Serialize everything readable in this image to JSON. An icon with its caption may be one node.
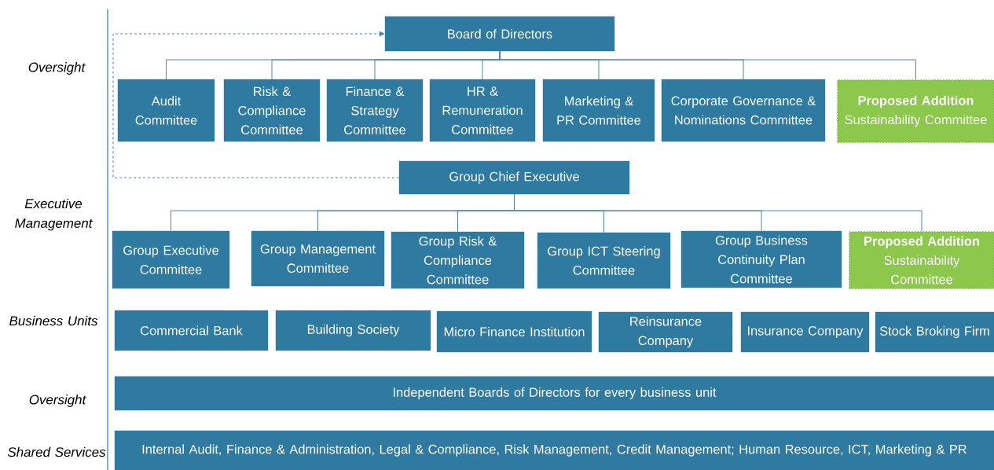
{
  "diagram": {
    "nodes": [
      {
        "text": [
          "Board of Directors"
        ]
      },
      {
        "text": [
          "Audit Committee"
        ]
      },
      {
        "text": [
          "Risk & Compliance Committee"
        ]
      },
      {
        "text": [
          "Finance & Strategy Committee"
        ]
      },
      {
        "text": [
          "HR & Remuneration Committee"
        ]
      },
      {
        "text": [
          "Marketing & PR Committee"
        ]
      },
      {
        "text": [
          "Corporate Governance & Nominations Committee"
        ]
      },
      {
        "text": [
          "Proposed Addition",
          "Sustainability Committee"
        ]
      },
      {
        "text": [
          "Group Chief Executive"
        ]
      },
      {
        "text": [
          "Group Executive Committee"
        ]
      },
      {
        "text": [
          "Group Management Committee"
        ]
      },
      {
        "text": [
          "Group Risk & Compliance Committee"
        ]
      },
      {
        "text": [
          "Group ICT Steering Committee"
        ]
      },
      {
        "text": [
          "Group Business Continuity Plan Committee"
        ]
      },
      {
        "text": [
          "Proposed Addition",
          "Sustainability Committee"
        ]
      },
      {
        "text": [
          "Commercial Bank"
        ]
      },
      {
        "text": [
          "Building Society"
        ]
      },
      {
        "text": [
          "Micro Finance Institution"
        ]
      },
      {
        "text": [
          "Reinsurance Company"
        ]
      },
      {
        "text": [
          "Insurance Company"
        ]
      },
      {
        "text": [
          "Stock Broking Firm"
        ]
      },
      {
        "text": [
          "Independent Boards of Directors for every business unit"
        ]
      },
      {
        "text": [
          "Internal Audit, Finance & Administration, Legal & Compliance, Risk Management, Credit Management; Human Resource, ICT, Marketing & PR"
        ]
      }
    ],
    "edges": [
      {
        "from": 0,
        "to": 1,
        "arrow": "none"
      },
      {
        "from": 0,
        "to": 2,
        "arrow": "none"
      },
      {
        "from": 0,
        "to": 3,
        "arrow": "none"
      },
      {
        "from": 0,
        "to": 4,
        "arrow": "none"
      },
      {
        "from": 0,
        "to": 5,
        "arrow": "none"
      },
      {
        "from": 0,
        "to": 6,
        "arrow": "none"
      },
      {
        "from": 0,
        "to": 7,
        "arrow": "none"
      },
      {
        "from": 8,
        "to": 0,
        "arrow": "to",
        "style": "dashed"
      },
      {
        "from": 8,
        "to": 9,
        "arrow": "none"
      },
      {
        "from": 8,
        "to": 10,
        "arrow": "none"
      },
      {
        "from": 8,
        "to": 11,
        "arrow": "none"
      },
      {
        "from": 8,
        "to": 12,
        "arrow": "none"
      },
      {
        "from": 8,
        "to": 13,
        "arrow": "none"
      },
      {
        "from": 8,
        "to": 14,
        "arrow": "none"
      }
    ],
    "labels": [
      "Oversight",
      "Executive Management",
      "Business Units",
      "Oversight",
      "Shared Services"
    ]
  }
}
